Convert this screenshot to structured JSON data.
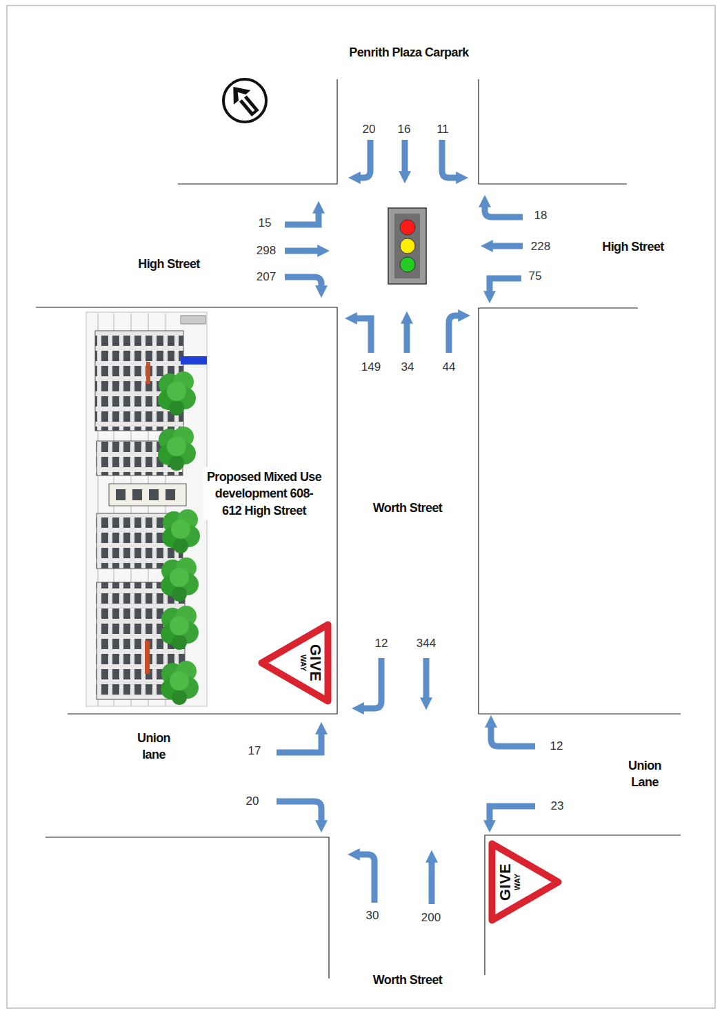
{
  "diagram": {
    "nodes": [
      {
        "text": [
          "GIVE",
          "WAY"
        ]
      },
      {
        "text": [
          "GIVE",
          "WAY"
        ]
      }
    ],
    "labels": [
      "Penrith Plaza Carpark",
      "20",
      "16",
      "11",
      "15",
      "298",
      "207",
      "18",
      "228",
      "75",
      "149",
      "34",
      "44",
      "High Street",
      "High Street",
      "Proposed Mixed Use development 608-612 High Street",
      "Worth Street",
      "12",
      "344",
      "Union lane",
      "17",
      "20",
      "12",
      "23",
      "Union Lane",
      "30",
      "200",
      "Worth Street"
    ]
  }
}
